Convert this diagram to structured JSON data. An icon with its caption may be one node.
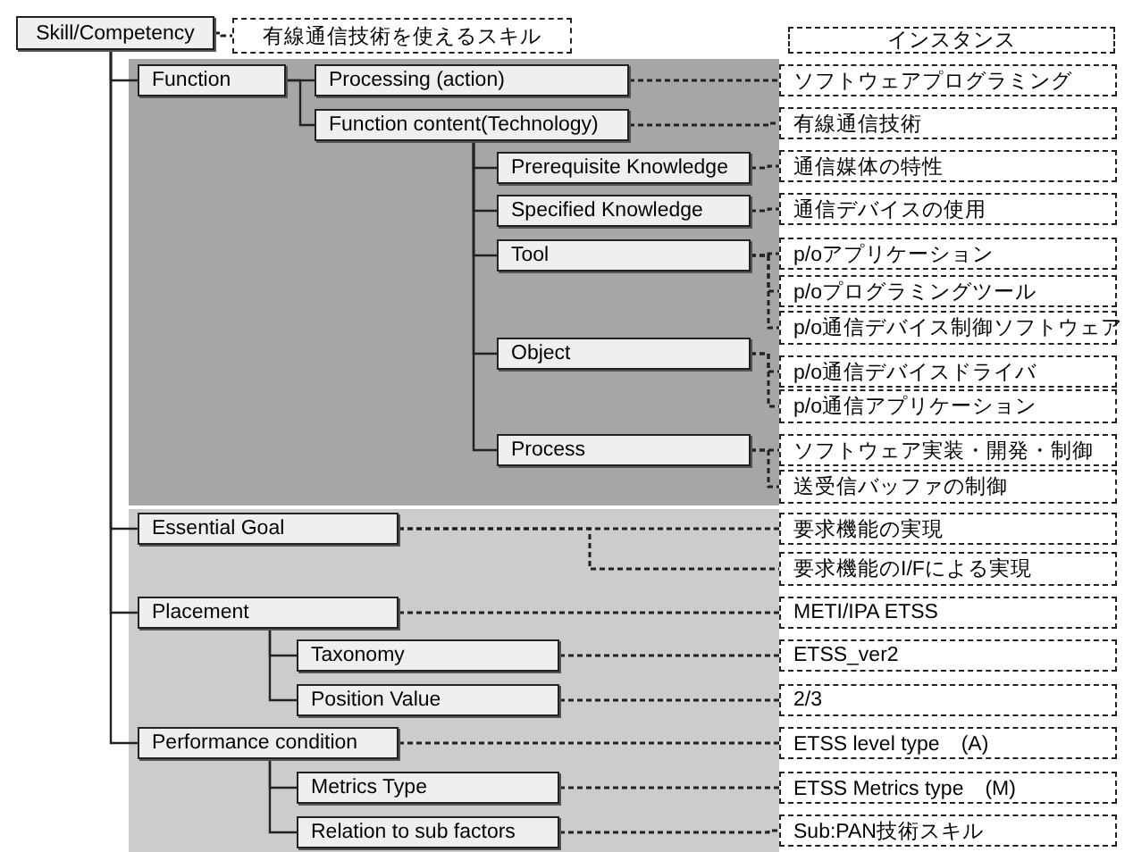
{
  "diagram": {
    "nodes": [
      {
        "text": [
          "Skill/Competency"
        ]
      },
      {
        "text": [
          "有線通信技術を使えるスキル"
        ]
      },
      {
        "text": [
          "インスタンス"
        ]
      },
      {
        "text": [
          "Function"
        ]
      },
      {
        "text": [
          "Processing (action)"
        ]
      },
      {
        "text": [
          "Function content(Technology)"
        ]
      },
      {
        "text": [
          "Prerequisite Knowledge"
        ]
      },
      {
        "text": [
          "Specified Knowledge"
        ]
      },
      {
        "text": [
          "Tool"
        ]
      },
      {
        "text": [
          "Object"
        ]
      },
      {
        "text": [
          "Process"
        ]
      },
      {
        "text": [
          "Essential Goal"
        ]
      },
      {
        "text": [
          "Placement"
        ]
      },
      {
        "text": [
          "Taxonomy"
        ]
      },
      {
        "text": [
          "Position Value"
        ]
      },
      {
        "text": [
          "Performance condition"
        ]
      },
      {
        "text": [
          "Metrics Type"
        ]
      },
      {
        "text": [
          "Relation to sub factors"
        ]
      },
      {
        "text": [
          "ソフトウェアプログラミング"
        ]
      },
      {
        "text": [
          "有線通信技術"
        ]
      },
      {
        "text": [
          "通信媒体の特性"
        ]
      },
      {
        "text": [
          "通信デバイスの使用"
        ]
      },
      {
        "text": [
          "p/oアプリケーション"
        ]
      },
      {
        "text": [
          "p/oプログラミングツール"
        ]
      },
      {
        "text": [
          "p/o通信デバイス制御ソフトウェア"
        ]
      },
      {
        "text": [
          "p/o通信デバイスドライバ"
        ]
      },
      {
        "text": [
          "p/o通信アプリケーション"
        ]
      },
      {
        "text": [
          "ソフトウェア実装・開発・制御"
        ]
      },
      {
        "text": [
          "送受信バッファの制御"
        ]
      },
      {
        "text": [
          "要求機能の実現"
        ]
      },
      {
        "text": [
          "要求機能のI/Fによる実現"
        ]
      },
      {
        "text": [
          "METI/IPA ETSS"
        ]
      },
      {
        "text": [
          "ETSS_ver2"
        ]
      },
      {
        "text": [
          "2/3"
        ]
      },
      {
        "text": [
          "ETSS level type　(A)"
        ]
      },
      {
        "text": [
          "ETSS Metrics type　(M)"
        ]
      },
      {
        "text": [
          "Sub:PAN技術スキル"
        ]
      }
    ],
    "edges": [
      {
        "from": 0,
        "to": 3,
        "arrow": "none"
      },
      {
        "from": 0,
        "to": 11,
        "arrow": "none"
      },
      {
        "from": 0,
        "to": 12,
        "arrow": "none"
      },
      {
        "from": 0,
        "to": 15,
        "arrow": "none"
      },
      {
        "from": 3,
        "to": 4,
        "arrow": "none"
      },
      {
        "from": 3,
        "to": 5,
        "arrow": "none"
      },
      {
        "from": 5,
        "to": 6,
        "arrow": "none"
      },
      {
        "from": 5,
        "to": 7,
        "arrow": "none"
      },
      {
        "from": 5,
        "to": 8,
        "arrow": "none"
      },
      {
        "from": 5,
        "to": 9,
        "arrow": "none"
      },
      {
        "from": 5,
        "to": 10,
        "arrow": "none"
      },
      {
        "from": 12,
        "to": 13,
        "arrow": "none"
      },
      {
        "from": 12,
        "to": 14,
        "arrow": "none"
      },
      {
        "from": 15,
        "to": 16,
        "arrow": "none"
      },
      {
        "from": 15,
        "to": 17,
        "arrow": "none"
      },
      {
        "from": 0,
        "to": 1,
        "arrow": "none",
        "style": "dashed"
      },
      {
        "from": 4,
        "to": 18,
        "arrow": "none",
        "style": "dashed"
      },
      {
        "from": 5,
        "to": 19,
        "arrow": "none",
        "style": "dashed"
      },
      {
        "from": 6,
        "to": 20,
        "arrow": "none",
        "style": "dashed"
      },
      {
        "from": 7,
        "to": 21,
        "arrow": "none",
        "style": "dashed"
      },
      {
        "from": 8,
        "to": 22,
        "arrow": "none",
        "style": "dashed"
      },
      {
        "from": 8,
        "to": 23,
        "arrow": "none",
        "style": "dashed"
      },
      {
        "from": 8,
        "to": 24,
        "arrow": "none",
        "style": "dashed"
      },
      {
        "from": 9,
        "to": 25,
        "arrow": "none",
        "style": "dashed"
      },
      {
        "from": 9,
        "to": 26,
        "arrow": "none",
        "style": "dashed"
      },
      {
        "from": 10,
        "to": 27,
        "arrow": "none",
        "style": "dashed"
      },
      {
        "from": 10,
        "to": 28,
        "arrow": "none",
        "style": "dashed"
      },
      {
        "from": 11,
        "to": 29,
        "arrow": "none",
        "style": "dashed"
      },
      {
        "from": 11,
        "to": 30,
        "arrow": "none",
        "style": "dashed"
      },
      {
        "from": 12,
        "to": 31,
        "arrow": "none",
        "style": "dashed"
      },
      {
        "from": 13,
        "to": 32,
        "arrow": "none",
        "style": "dashed"
      },
      {
        "from": 14,
        "to": 33,
        "arrow": "none",
        "style": "dashed"
      },
      {
        "from": 15,
        "to": 34,
        "arrow": "none",
        "style": "dashed"
      },
      {
        "from": 16,
        "to": 35,
        "arrow": "none",
        "style": "dashed"
      },
      {
        "from": 17,
        "to": 36,
        "arrow": "none",
        "style": "dashed"
      }
    ]
  }
}
